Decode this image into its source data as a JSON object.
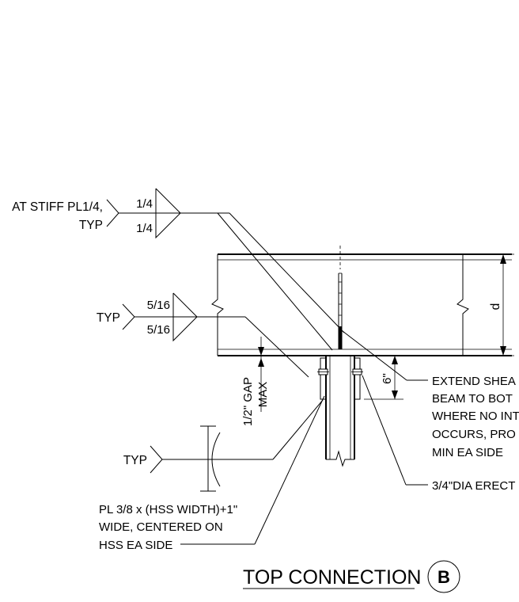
{
  "weld_stiff": {
    "label_line1": "AT STIFF PL1/4,",
    "label_line2": "TYP",
    "size_top": "1/4",
    "size_bottom": "1/4"
  },
  "weld_beam": {
    "label": "TYP",
    "size_top": "5/16",
    "size_bottom": "5/16"
  },
  "weld_flare": {
    "label": "TYP"
  },
  "beam_depth_label": "d",
  "gap_note": {
    "line1": "1/2\" GAP",
    "line2": "MAX"
  },
  "dim_6in": "6\"",
  "shear_note": {
    "line1": "EXTEND SHEA",
    "line2": "BEAM TO BOT",
    "line3": "WHERE NO INT",
    "line4": "OCCURS, PRO",
    "line5": "MIN EA SIDE"
  },
  "bolt_note": "3/4\"DIA ERECT",
  "plate_note": {
    "line1": "PL 3/8 x (HSS WIDTH)+1\"",
    "line2": "WIDE, CENTERED ON",
    "line3": "HSS EA SIDE"
  },
  "detail": {
    "title": "TOP CONNECTION",
    "tag": "B"
  }
}
